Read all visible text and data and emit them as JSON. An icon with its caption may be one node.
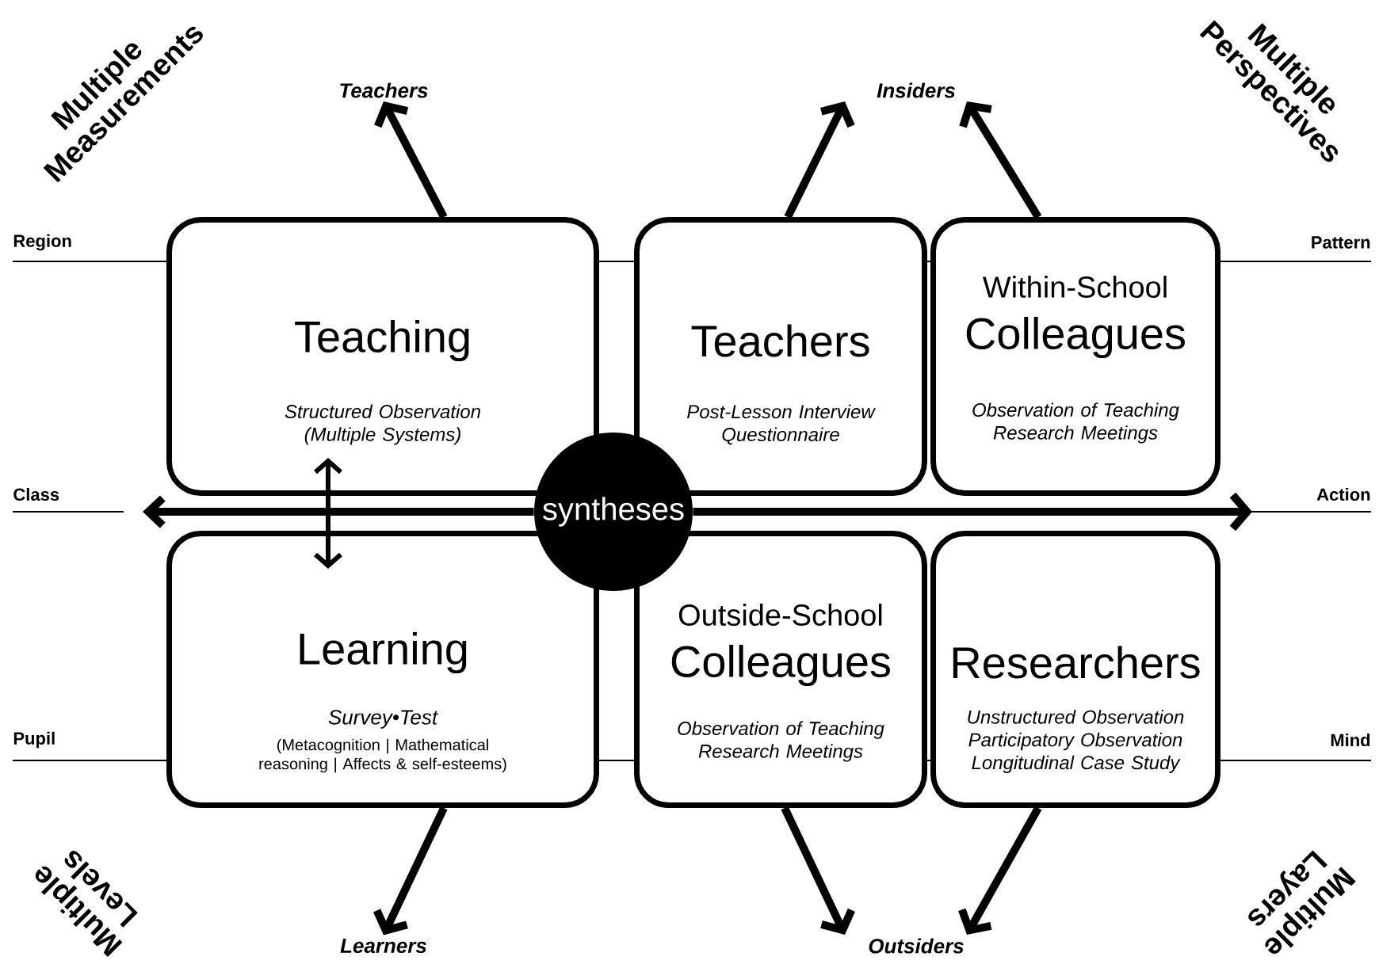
{
  "diagram": {
    "nodes": [
      {
        "text": [
          "Teaching",
          "Structured Observation (Multiple Systems)"
        ]
      },
      {
        "text": [
          "Learning",
          "Survey•Test",
          "(Metacognition | Mathematical reasoning | Affects & self-esteems)"
        ]
      },
      {
        "text": [
          "Teachers",
          "Post-Lesson Interview Questionnaire"
        ]
      },
      {
        "text": [
          "Within-School",
          "Colleagues",
          "Observation of Teaching Research Meetings"
        ]
      },
      {
        "text": [
          "Outside-School",
          "Colleagues",
          "Observation of Teaching Research Meetings"
        ]
      },
      {
        "text": [
          "Researchers",
          "Unstructured Observation Participatory Observation Longitudinal Case Study"
        ]
      },
      {
        "text": [
          "syntheses"
        ]
      },
      {
        "text": [
          "Teachers"
        ]
      },
      {
        "text": [
          "Insiders"
        ]
      },
      {
        "text": [
          "Learners"
        ]
      },
      {
        "text": [
          "Outsiders"
        ]
      }
    ],
    "edges": [
      {
        "from": 0,
        "to": 7,
        "arrow": "to"
      },
      {
        "from": 2,
        "to": 8,
        "arrow": "to"
      },
      {
        "from": 3,
        "to": 8,
        "arrow": "to"
      },
      {
        "from": 1,
        "to": 9,
        "arrow": "to"
      },
      {
        "from": 4,
        "to": 10,
        "arrow": "to"
      },
      {
        "from": 5,
        "to": 10,
        "arrow": "to"
      },
      {
        "from": 0,
        "to": 1,
        "arrow": "both"
      },
      {
        "from": 6,
        "to": null,
        "arrow": "to"
      },
      {
        "from": 6,
        "to": null,
        "arrow": "to"
      }
    ],
    "labels": [
      "Multiple Measurements",
      "Multiple Perspectives",
      "Region",
      "Pattern",
      "Class",
      "Action",
      "Pupil",
      "Mind",
      "Multiple Levels",
      "Multiple Layers"
    ]
  }
}
